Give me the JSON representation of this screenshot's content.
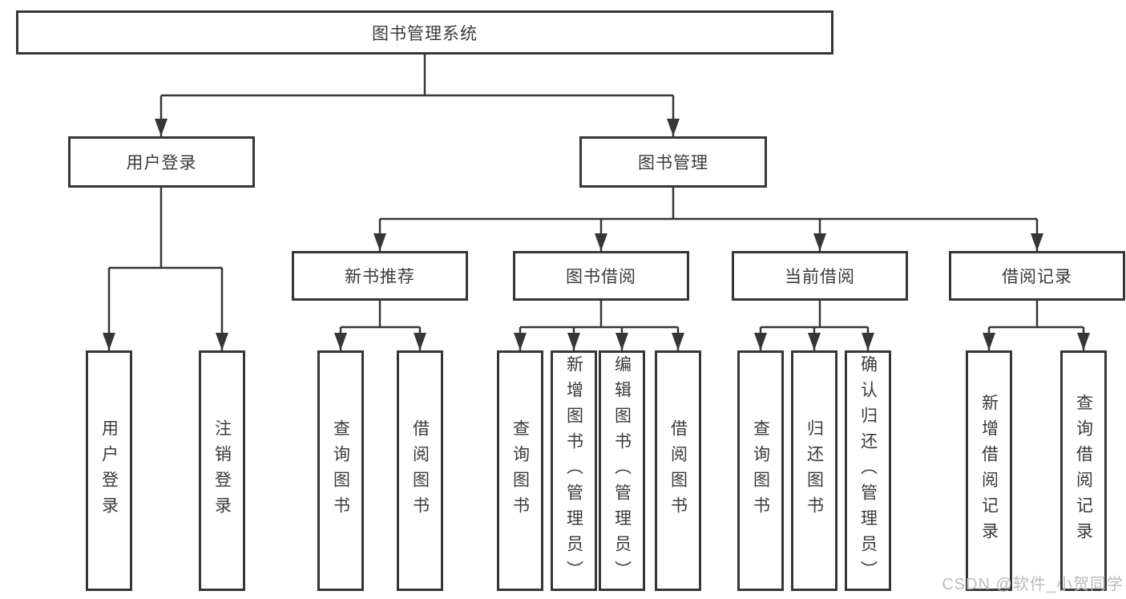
{
  "nodes": {
    "root": "图书管理系统",
    "user_login": "用户登录",
    "book_mgmt": "图书管理",
    "new_book_rec": "新书推荐",
    "book_borrow": "图书借阅",
    "current_borrow": "当前借阅",
    "borrow_records": "借阅记录",
    "login_leaf_1": "用户登录",
    "login_leaf_2": "注销登录",
    "rec_leaf_1": "查询图书",
    "rec_leaf_2": "借阅图书",
    "borrow_leaf_1": "查询图书",
    "borrow_leaf_2": "新增图书（管理员）",
    "borrow_leaf_3": "编辑图书（管理员）",
    "borrow_leaf_4": "借阅图书",
    "current_leaf_1": "查询图书",
    "current_leaf_2": "归还图书",
    "current_leaf_3": "确认归还（管理员）",
    "records_leaf_1": "新增借阅记录",
    "records_leaf_2": "查询借阅记录"
  },
  "watermark": "CSDN @软件_小贺同学",
  "colors": {
    "line": "#363636",
    "text": "#3a3a3a",
    "watermark": "#b9bbbe",
    "background": "#ffffff"
  }
}
